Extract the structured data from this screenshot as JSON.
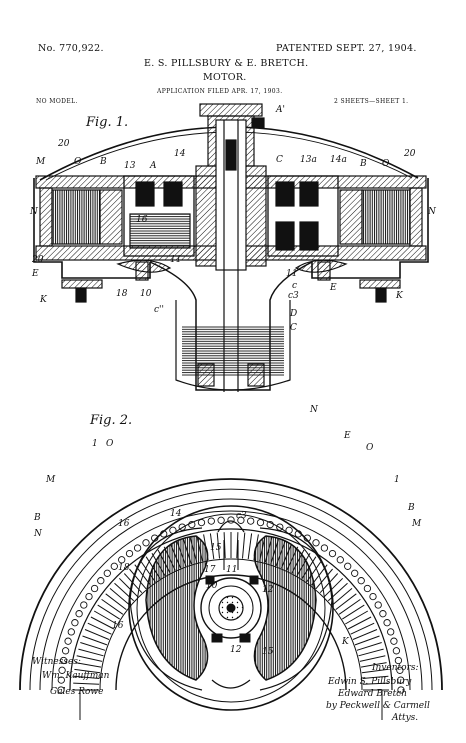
{
  "patent": {
    "number": "No. 770,922.",
    "date": "PATENTED SEPT. 27, 1904.",
    "inventors": "E. S. PILLSBURY & E. BRETCH.",
    "title": "MOTOR.",
    "application": "APPLICATION FILED APR. 17, 1903.",
    "model": "NO MODEL.",
    "sheets": "2 SHEETS—SHEET 1."
  },
  "fig1": {
    "label": "Fig. 1.",
    "refs": [
      "A'",
      "20",
      "O",
      "B",
      "13",
      "A",
      "14",
      "C",
      "13a",
      "14a",
      "B",
      "O",
      "20",
      "M",
      "N",
      "N",
      "20",
      "E",
      "K",
      "E",
      "K",
      "16",
      "18",
      "10",
      "11",
      "11",
      "c3",
      "c",
      "c''",
      "D",
      "C"
    ]
  },
  "fig2": {
    "label": "Fig. 2.",
    "refs": [
      "N",
      "E",
      "O",
      "1",
      "1",
      "O",
      "M",
      "B",
      "M",
      "B",
      "N",
      "16",
      "14",
      "c3",
      "15",
      "18",
      "17",
      "11",
      "10",
      "12",
      "16",
      "15",
      "12",
      "K"
    ]
  },
  "witnesses": {
    "heading": "Witnesses:",
    "names": [
      "Wm. Kauffman",
      "Gales Rowe"
    ]
  },
  "inventors_block": {
    "heading": "Inventors:",
    "names": [
      "Edwin S. Pillsbury",
      "Edward Bretch"
    ],
    "attorney_line": "by Peckwell & Carmell",
    "attorneys": "Attys."
  }
}
